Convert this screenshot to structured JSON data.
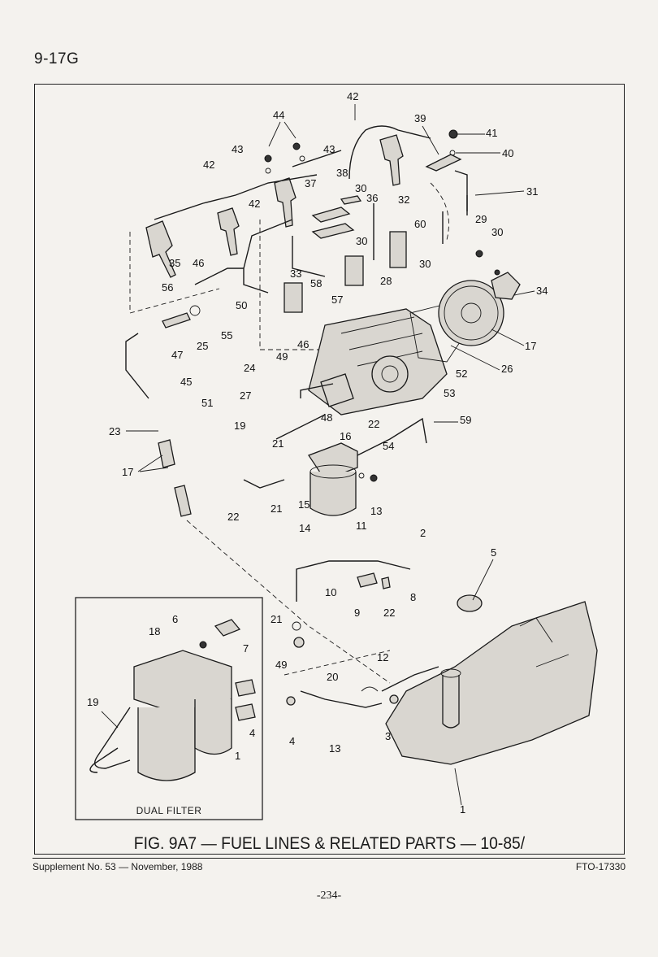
{
  "header": {
    "page_number": "9-17G"
  },
  "figure": {
    "caption": "FIG. 9A7 — FUEL LINES & RELATED PARTS — 10-85/",
    "inset_label": "DUAL FILTER"
  },
  "footer": {
    "supplement": "Supplement No. 53 — November, 1988",
    "code": "FTO-17330",
    "page": "-234-"
  },
  "callouts": [
    "42",
    "39",
    "41",
    "44",
    "43",
    "43",
    "40",
    "42",
    "38",
    "37",
    "30",
    "36",
    "32",
    "31",
    "42",
    "60",
    "29",
    "30",
    "30",
    "35",
    "46",
    "30",
    "33",
    "56",
    "58",
    "28",
    "34",
    "57",
    "50",
    "55",
    "25",
    "17",
    "46",
    "49",
    "47",
    "24",
    "26",
    "52",
    "45",
    "27",
    "53",
    "51",
    "23",
    "48",
    "19",
    "59",
    "22",
    "21",
    "16",
    "54",
    "17",
    "22",
    "21",
    "15",
    "13",
    "14",
    "11",
    "2",
    "5",
    "10",
    "8",
    "9",
    "22",
    "6",
    "21",
    "18",
    "7",
    "49",
    "12",
    "20",
    "19",
    "4",
    "4",
    "3",
    "13",
    "1"
  ]
}
